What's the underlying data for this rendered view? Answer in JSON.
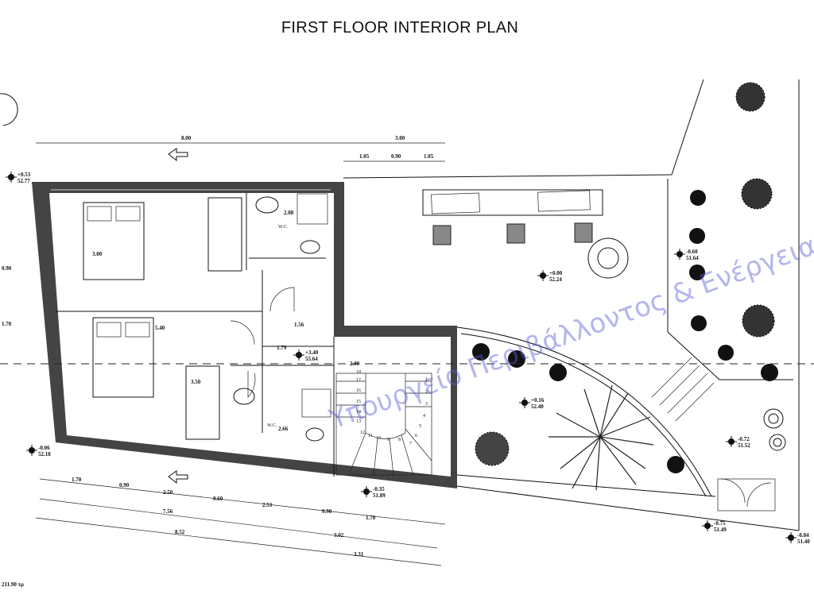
{
  "title": "FIRST FLOOR INTERIOR PLAN",
  "watermark": "Υπουργείο Περιβάλλοντος & Ενέργειας",
  "dimensions_top": {
    "total_left": "8.00",
    "total_right": "3.00",
    "sub": [
      "1.05",
      "0.90",
      "1.05"
    ]
  },
  "dimensions_bottom": {
    "row1": [
      "1.70",
      "0.90",
      "2.50",
      "0.60",
      "2.53",
      "0.90",
      "1.70"
    ],
    "row2": [
      "7.56",
      "3.02"
    ],
    "row3": [
      "8.52",
      "3.31"
    ]
  },
  "interior_dims": {
    "d1": "2.08",
    "d2": "1.56",
    "d3": "2.00",
    "d4": "5.40",
    "d5": "3.00",
    "d6": "3.50",
    "d7": "2.66",
    "d8": "1.79",
    "d9": "1.70",
    "d10": "0.90"
  },
  "rooms": {
    "wc1": "W.C.",
    "wc2": "W.C."
  },
  "elevations": [
    {
      "rel": "+0.53",
      "abs": "52.77"
    },
    {
      "rel": "-0.06",
      "abs": "52.18"
    },
    {
      "rel": "+0.00",
      "abs": "52.24"
    },
    {
      "rel": "+3.40",
      "abs": "55.64"
    },
    {
      "rel": "-0.35",
      "abs": "51.89"
    },
    {
      "rel": "+0.16",
      "abs": "52.40"
    },
    {
      "rel": "-0.72",
      "abs": "51.52"
    },
    {
      "rel": "-0.75",
      "abs": "51.49"
    },
    {
      "rel": "-0.84",
      "abs": "51.40"
    },
    {
      "rel": "-0.60",
      "abs": "51.64"
    }
  ],
  "area_total": "211.90 τμ",
  "stair_steps": [
    "1",
    "2",
    "3",
    "4",
    "5",
    "6",
    "7",
    "8",
    "9",
    "10",
    "11",
    "12",
    "13",
    "14",
    "15",
    "16",
    "17",
    "18"
  ]
}
